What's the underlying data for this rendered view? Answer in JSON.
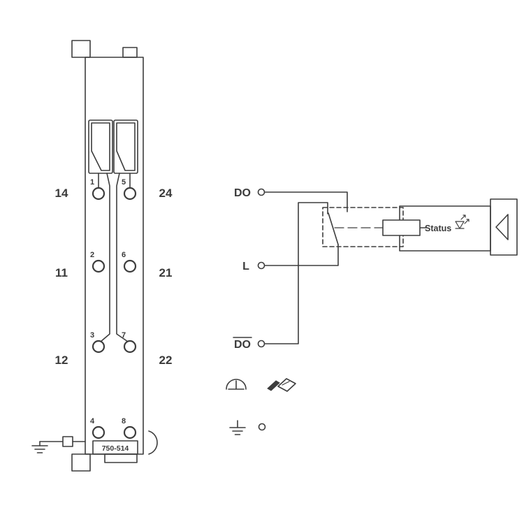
{
  "colors": {
    "line": "#3d3d3d",
    "text": "#3a3a3a",
    "background": "#ffffff"
  },
  "module": {
    "part_number": "750-514",
    "left_terminal_labels": [
      "14",
      "11",
      "12"
    ],
    "right_terminal_labels": [
      "24",
      "21",
      "22"
    ],
    "pin_numbers_left": [
      "1",
      "2",
      "3",
      "4"
    ],
    "pin_numbers_right": [
      "5",
      "6",
      "7",
      "8"
    ]
  },
  "circuit": {
    "top_terminal": "DO",
    "mid_terminal": "L",
    "bottom_terminal": "DO",
    "bottom_terminal_overlined": true,
    "status_label": "Status"
  }
}
